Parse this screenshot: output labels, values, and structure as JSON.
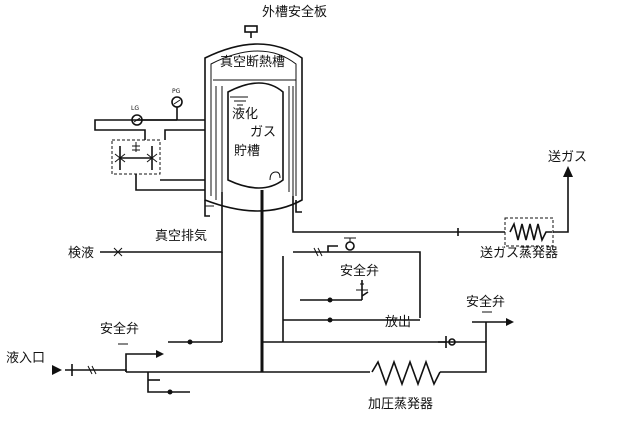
{
  "labels": {
    "outer_tank_safety_plate": "外槽安全板",
    "vacuum_insulation_tank": "真空断熱槽",
    "liquefied_gas_storage_line1": "液化",
    "liquefied_gas_storage_line2": "ガス",
    "liquefied_gas_storage_line3": "貯槽",
    "vacuum_exhaust": "真空排気",
    "liquid_check": "検液",
    "gas_delivery": "送ガス",
    "gas_delivery_vaporizer": "送ガス蒸発器",
    "safety_valve_mid": "安全弁",
    "safety_valve_right": "安全弁",
    "safety_valve_left": "安全弁",
    "discharge": "放出",
    "liquid_inlet": "液入口",
    "pressurizing_vaporizer": "加圧蒸発器",
    "level_gauge": "LG",
    "pressure_gauge": "PG"
  }
}
